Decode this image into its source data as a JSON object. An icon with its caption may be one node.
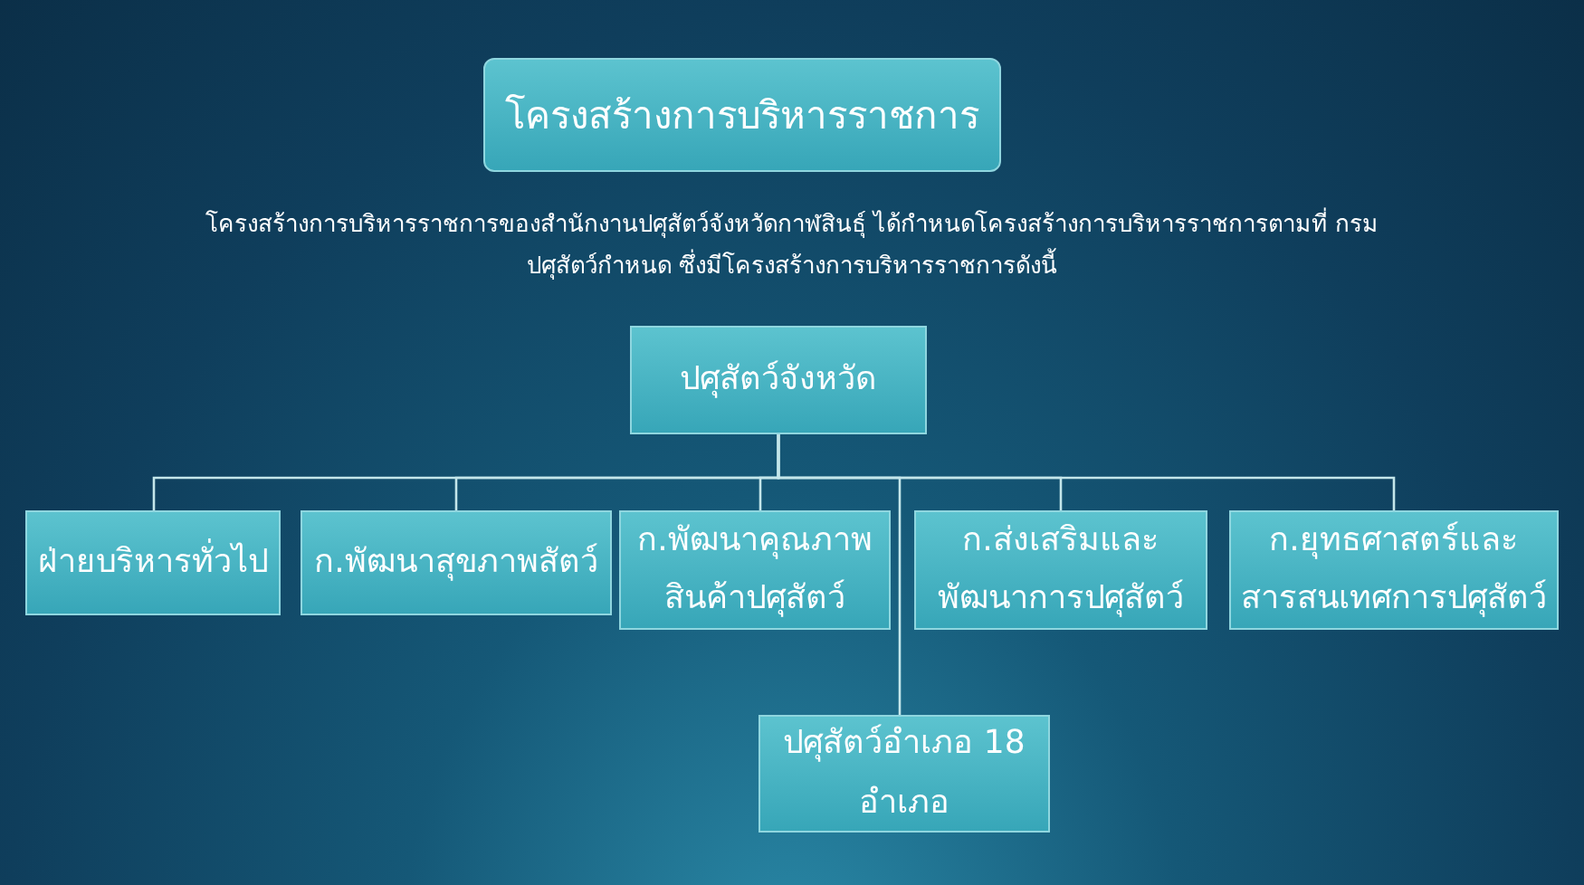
{
  "diagram": {
    "title": "โครงสร้างการบริหารราชการ",
    "nodes": [
      {
        "text": [
          "ปศุสัตว์จังหวัด"
        ]
      },
      {
        "text": [
          "ฝ่ายบริหารทั่วไป"
        ]
      },
      {
        "text": [
          "ก.พัฒนาสุขภาพสัตว์"
        ]
      },
      {
        "text": [
          "ก.พัฒนาคุณภาพ สินค้าปศุสัตว์"
        ]
      },
      {
        "text": [
          "ก.ส่งเสริมและ พัฒนาการปศุสัตว์"
        ]
      },
      {
        "text": [
          "ก.ยุทธศาสตร์และ สารสนเทศการปศุสัตว์"
        ]
      },
      {
        "text": [
          "ปศุสัตว์อำเภอ 18 อำเภอ"
        ]
      }
    ],
    "edges": [
      {
        "from": 0,
        "to": 1,
        "arrow": "none"
      },
      {
        "from": 0,
        "to": 2,
        "arrow": "none"
      },
      {
        "from": 0,
        "to": 3,
        "arrow": "none"
      },
      {
        "from": 0,
        "to": 4,
        "arrow": "none"
      },
      {
        "from": 0,
        "to": 5,
        "arrow": "none"
      },
      {
        "from": 0,
        "to": 6,
        "arrow": "none"
      }
    ],
    "labels": [
      "โครงสร้างการบริหารราชการของสำนักงานปศุสัตว์จังหวัดกาฬสินธุ์ ได้กำหนดโครงสร้างการบริหารราชการตามที่ กรมปศุสัตว์กำหนด ซึ่งมีโครงสร้างการบริหารราชการดังนี้"
    ]
  }
}
